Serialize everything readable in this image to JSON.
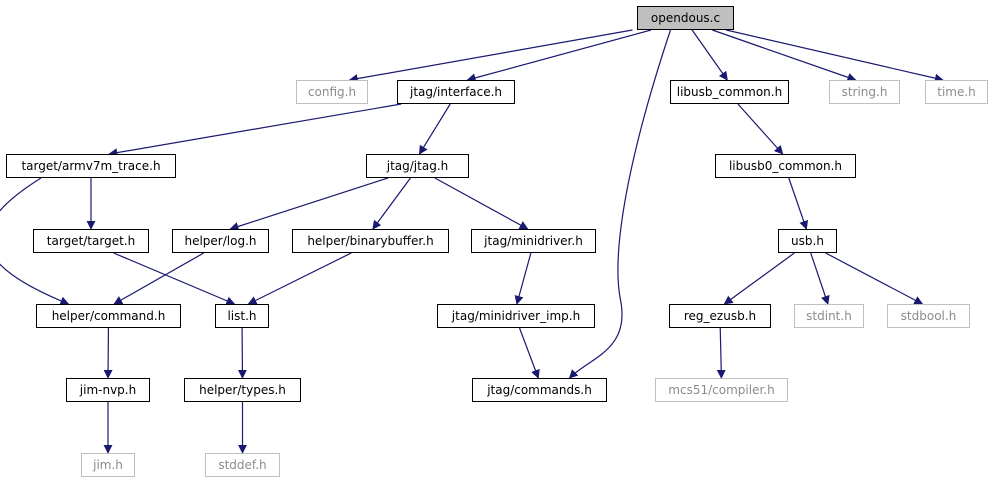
{
  "root": "opendous.c",
  "nodes": {
    "opendous": "opendous.c",
    "config": "config.h",
    "interface": "jtag/interface.h",
    "libusb_common": "libusb_common.h",
    "string": "string.h",
    "time": "time.h",
    "armv7m_trace": "target/armv7m_trace.h",
    "jtag": "jtag/jtag.h",
    "libusb0_common": "libusb0_common.h",
    "target": "target/target.h",
    "log": "helper/log.h",
    "binarybuffer": "helper/binarybuffer.h",
    "minidriver": "jtag/minidriver.h",
    "usb": "usb.h",
    "command": "helper/command.h",
    "list": "list.h",
    "minidriver_imp": "jtag/minidriver_imp.h",
    "reg_ezusb": "reg_ezusb.h",
    "stdint": "stdint.h",
    "stdbool": "stdbool.h",
    "jim_nvp": "jim-nvp.h",
    "types": "helper/types.h",
    "commands": "jtag/commands.h",
    "compiler": "mcs51/compiler.h",
    "jim": "jim.h",
    "stddef": "stddef.h"
  },
  "colors": {
    "edge": "#191970",
    "node_border": "#000000",
    "missing_border": "#bfbfbf",
    "missing_text": "#8c8c8c",
    "root_fill": "#bfbfbf"
  },
  "edges": [
    [
      "opendous",
      "config"
    ],
    [
      "opendous",
      "interface"
    ],
    [
      "opendous",
      "commands"
    ],
    [
      "opendous",
      "libusb_common"
    ],
    [
      "opendous",
      "string"
    ],
    [
      "opendous",
      "time"
    ],
    [
      "interface",
      "armv7m_trace"
    ],
    [
      "interface",
      "jtag"
    ],
    [
      "armv7m_trace",
      "target"
    ],
    [
      "armv7m_trace",
      "command"
    ],
    [
      "jtag",
      "log"
    ],
    [
      "jtag",
      "binarybuffer"
    ],
    [
      "jtag",
      "minidriver"
    ],
    [
      "target",
      "list"
    ],
    [
      "log",
      "command"
    ],
    [
      "binarybuffer",
      "list"
    ],
    [
      "minidriver",
      "minidriver_imp"
    ],
    [
      "minidriver_imp",
      "commands"
    ],
    [
      "command",
      "jim_nvp"
    ],
    [
      "jim_nvp",
      "jim"
    ],
    [
      "list",
      "types"
    ],
    [
      "types",
      "stddef"
    ],
    [
      "libusb_common",
      "libusb0_common"
    ],
    [
      "libusb0_common",
      "usb"
    ],
    [
      "usb",
      "reg_ezusb"
    ],
    [
      "usb",
      "stdint"
    ],
    [
      "usb",
      "stdbool"
    ],
    [
      "reg_ezusb",
      "compiler"
    ]
  ]
}
